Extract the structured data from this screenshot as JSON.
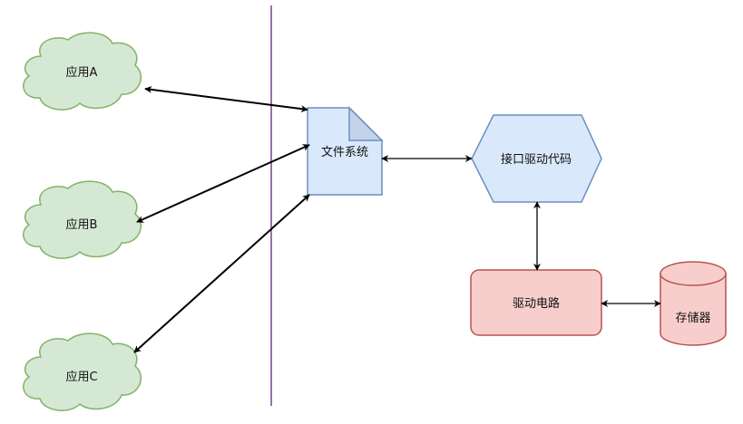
{
  "nodes": {
    "app_a": {
      "label": "应用A",
      "fill": "#d5e8d4",
      "stroke": "#82b366"
    },
    "app_b": {
      "label": "应用B",
      "fill": "#d5e8d4",
      "stroke": "#82b366"
    },
    "app_c": {
      "label": "应用C",
      "fill": "#d5e8d4",
      "stroke": "#82b366"
    },
    "file_system": {
      "label": "文件系统",
      "fill": "#dae8fc",
      "stroke": "#6c8ebf"
    },
    "interface_driver": {
      "label": "接口驱动代码",
      "fill": "#dae8fc",
      "stroke": "#6c8ebf"
    },
    "driver_circuit": {
      "label": "驱动电路",
      "fill": "#f8cecc",
      "stroke": "#b85450"
    },
    "storage": {
      "label": "存储器",
      "fill": "#f8cecc",
      "stroke": "#b85450"
    }
  },
  "divider": {
    "color": "#9673a6"
  },
  "edges": [
    {
      "from": "应用A",
      "to": "文件系统",
      "direction": "both"
    },
    {
      "from": "应用B",
      "to": "文件系统",
      "direction": "both"
    },
    {
      "from": "应用C",
      "to": "文件系统",
      "direction": "both"
    },
    {
      "from": "文件系统",
      "to": "接口驱动代码",
      "direction": "both"
    },
    {
      "from": "接口驱动代码",
      "to": "驱动电路",
      "direction": "both"
    },
    {
      "from": "驱动电路",
      "to": "存储器",
      "direction": "both"
    }
  ]
}
